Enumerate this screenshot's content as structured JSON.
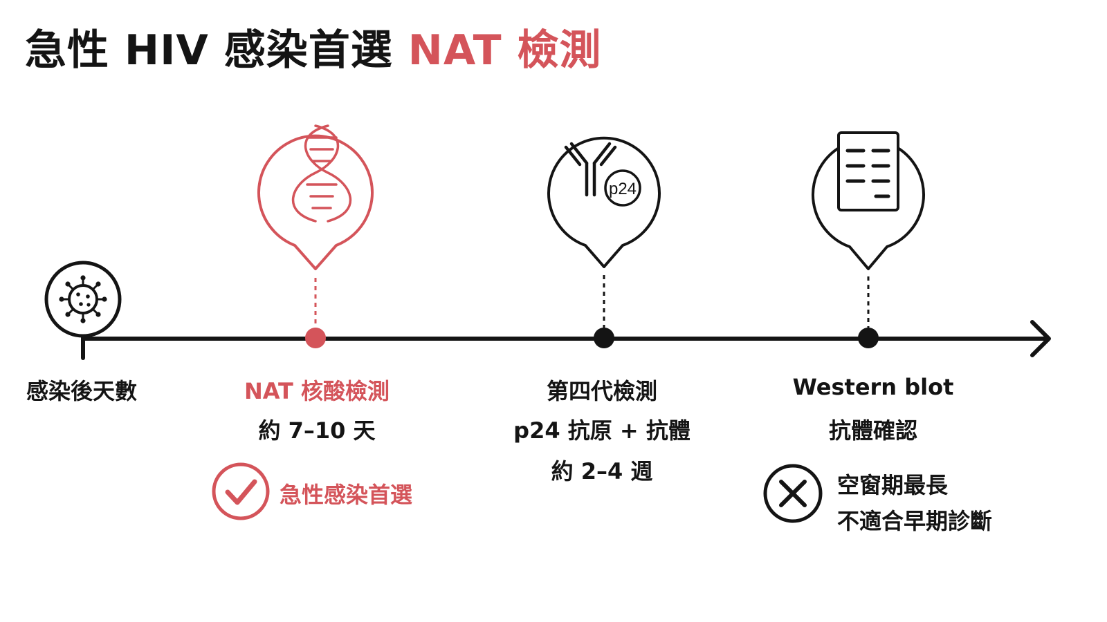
{
  "title": {
    "main": "急性 HIV 感染首選",
    "accent": "NAT 檢測"
  },
  "colors": {
    "accent": "#d4545a",
    "ink": "#141414"
  },
  "axis": {
    "label": "感染後天數",
    "start_icon": "virus-icon"
  },
  "stages": [
    {
      "id": "nat",
      "icon": "dna-icon",
      "name": "NAT 核酸檢測",
      "detail": "約 7–10 天",
      "highlight": true
    },
    {
      "id": "fourth-gen",
      "icon": "antibody-p24-icon",
      "icon_text": "p24",
      "name": "第四代檢測",
      "detail": "p24 抗原 + 抗體",
      "detail2": "約 2–4 週",
      "highlight": false
    },
    {
      "id": "western-blot",
      "icon": "blot-document-icon",
      "name": "Western blot",
      "detail": "抗體確認",
      "highlight": false
    }
  ],
  "notes": {
    "recommended": {
      "icon": "check-circle-icon",
      "text": "急性感染首選"
    },
    "not_recommended": {
      "icon": "x-circle-icon",
      "line1": "空窗期最長",
      "line2": "不適合早期診斷"
    }
  }
}
